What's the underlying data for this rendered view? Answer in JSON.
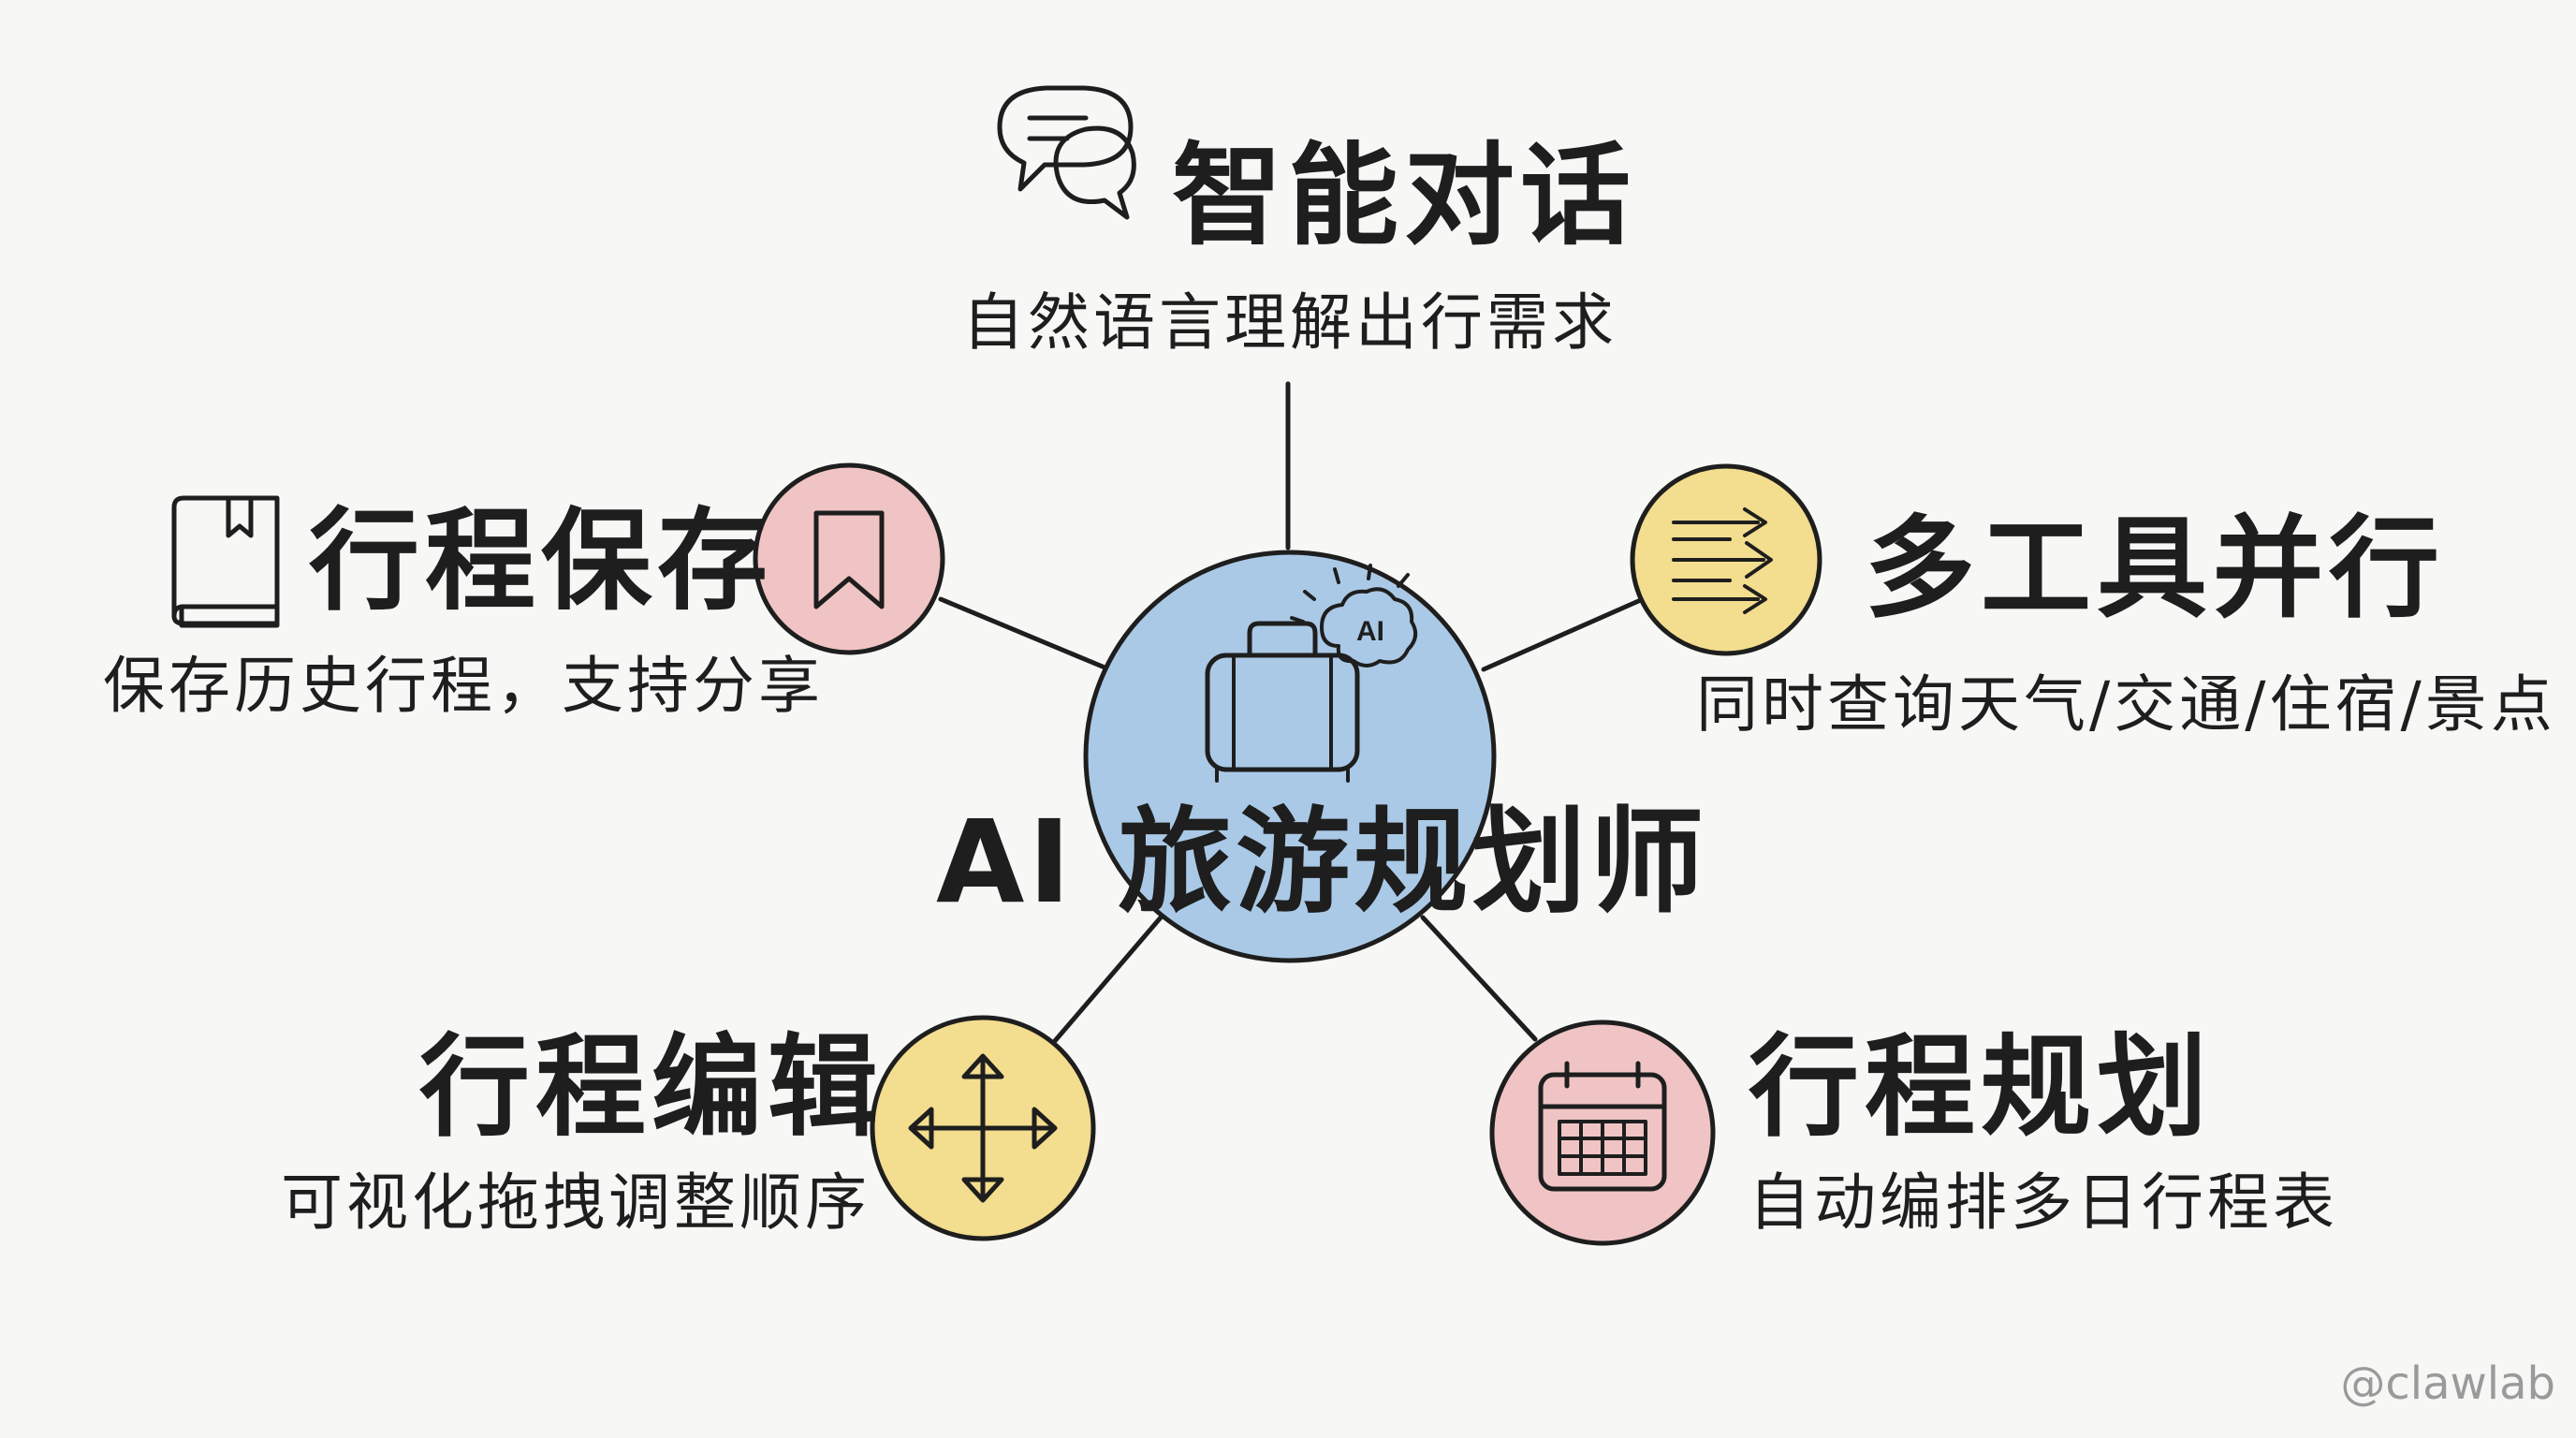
{
  "center": {
    "title": "AI 旅游规划师",
    "icon": "suitcase-ai-icon",
    "badge": "AI",
    "color": "#aac9e6"
  },
  "nodes": {
    "chat": {
      "title": "智能对话",
      "desc": "自然语言理解出行需求",
      "icon": "chat-bubbles-icon",
      "color": "#aac9e6"
    },
    "save": {
      "title": "行程保存",
      "desc": "保存历史行程，支持分享",
      "icon": "bookmark-icon",
      "color": "#f0c4c4"
    },
    "tools": {
      "title": "多工具并行",
      "desc": "同时查询天气/交通/住宿/景点",
      "icon": "parallel-arrows-icon",
      "color": "#f3dd8e"
    },
    "edit": {
      "title": "行程编辑",
      "desc": "可视化拖拽调整顺序",
      "icon": "move-arrows-icon",
      "color": "#f3dd8e"
    },
    "plan": {
      "title": "行程规划",
      "desc": "自动编排多日行程表",
      "icon": "calendar-icon",
      "color": "#f0c4c4"
    }
  },
  "watermark": "@clawlab"
}
